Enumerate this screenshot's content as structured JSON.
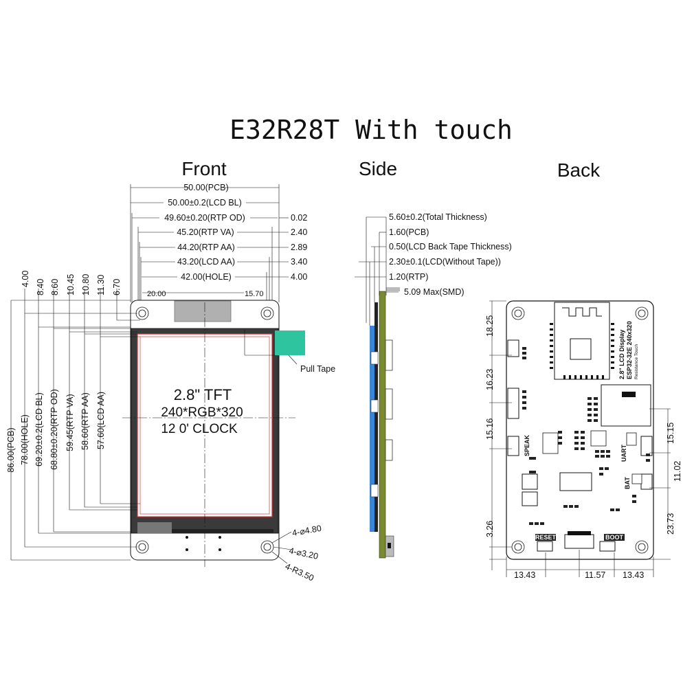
{
  "title": "E32R28T With touch",
  "views": {
    "front": "Front",
    "side": "Side",
    "back": "Back"
  },
  "front": {
    "top_dims": {
      "pcb": "50.00(PCB)",
      "lcd_bl": "50.00±0.2(LCD BL)",
      "rtp_od": "49.60±0.20(RTP OD)",
      "rtp_va": "45.20(RTP VA)",
      "rtp_aa": "44.20(RTP AA)",
      "lcd_aa": "43.20(LCD AA)",
      "hole": "42.00(HOLE)"
    },
    "right_dims": [
      "0.02",
      "2.40",
      "2.89",
      "3.40",
      "4.00"
    ],
    "hole_offsets": {
      "left": "20.00",
      "right": "15.70"
    },
    "left_dims": {
      "pcb": "86.00(PCB)",
      "hole": "78.00(HOLE)",
      "lcd_bl": "69.20±0.2(LCD BL)",
      "rtp_od": "68.80±0.20(RTP OD)",
      "rtp_va": "59.45(RTP VA)",
      "rtp_aa": "58.60(RTP AA)",
      "lcd_aa": "57.60(LCD AA)"
    },
    "vertical_offsets": [
      "4.00",
      "8.40",
      "8.60",
      "10.45",
      "10.80",
      "11.30",
      "6.70"
    ],
    "screen": {
      "line1": "2.8\" TFT",
      "line2": "240*RGB*320",
      "line3": "12 0' CLOCK"
    },
    "pull_tape": "Pull Tape",
    "holes": {
      "d1": "4-⌀4.80",
      "d2": "4-⌀3.20",
      "r": "4-R3.50"
    }
  },
  "side": {
    "dims": [
      "5.60±0.2(Total Thickness)",
      "1.60(PCB)",
      "0.50(LCD Back Tape Thickness)",
      "2.30±0.1(LCD(Without Tape))",
      "1.20(RTP)",
      "5.09 Max(SMD)"
    ]
  },
  "back": {
    "board_label_1": "2.8\" LCD Display",
    "board_label_2": "ESP32-32E 240x320",
    "board_label_3": "Resistance Touch",
    "buttons": {
      "reset": "RESET",
      "boot": "BOOT"
    },
    "connectors": {
      "uart": "UART",
      "spk": "SPEAK",
      "bat": "BAT"
    },
    "left_dims": [
      "18.25",
      "16.23",
      "15.16",
      "3.26"
    ],
    "right_dims": [
      "15.15",
      "11.02",
      "23.73"
    ],
    "bottom_dims": [
      "13.43",
      "11.57",
      "13.43"
    ]
  },
  "colors": {
    "pull_tape": "#2fc4a0",
    "pcb_side": "#7a8a2e",
    "lcd_side": "#3a86d6",
    "frame_red": "#d83030",
    "chip_gray": "#b0b0b0"
  }
}
